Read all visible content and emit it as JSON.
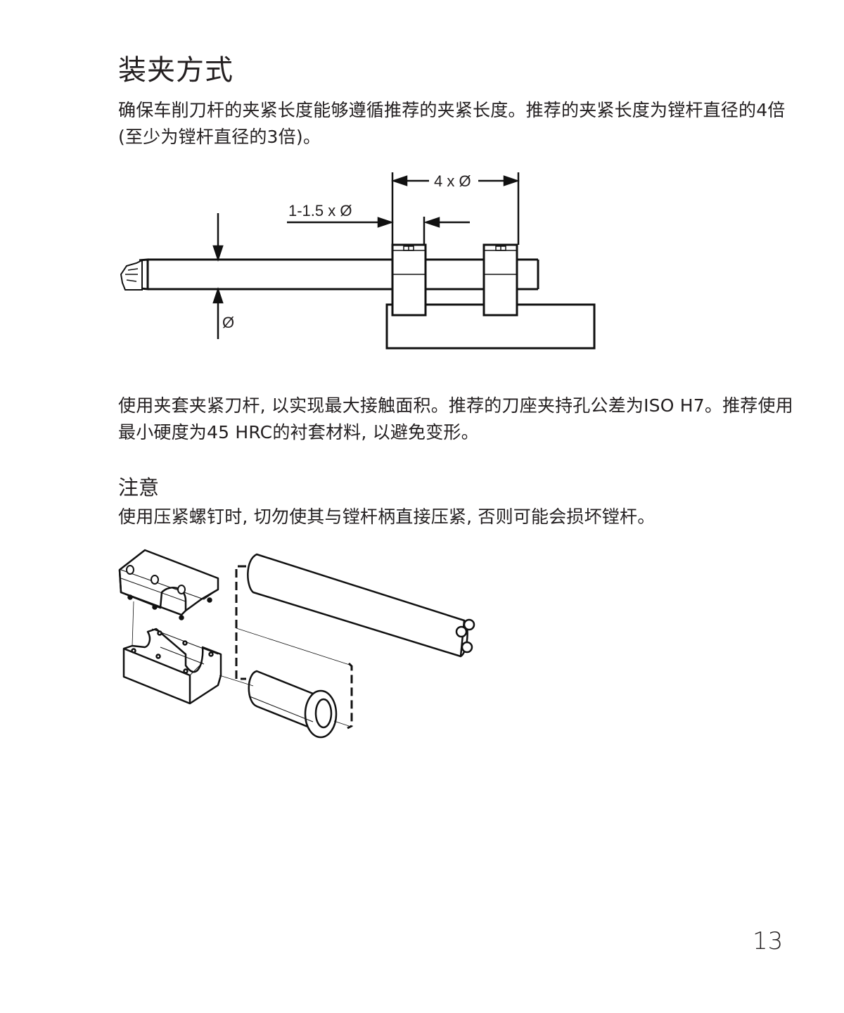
{
  "page": {
    "title": "装夹方式",
    "paragraph_1": "确保车削刀杆的夹紧长度能够遵循推荐的夹紧长度。推荐的夹紧长度为镗杆直径的4倍 (至少为镗杆直径的3倍)。",
    "paragraph_2": "使用夹套夹紧刀杆, 以实现最大接触面积。推荐的刀座夹持孔公差为ISO H7。推荐使用最小硬度为45 HRC的衬套材料, 以避免变形。",
    "note": {
      "heading": "注意",
      "text": "使用压紧螺钉时, 切勿使其与镗杆柄直接压紧, 否则可能会损坏镗杆。"
    },
    "page_number": "13"
  },
  "figure_1": {
    "description": "clamping-length-diagram",
    "labels": {
      "clamp_length": "4 x Ø",
      "overhang_offset": "1-1.5 x Ø",
      "diameter": "Ø"
    }
  },
  "figure_2": {
    "description": "exploded-view-split-sleeve-holder-bar-bushing"
  },
  "colors": {
    "text": "#231f20",
    "line": "#111111",
    "background": "#ffffff"
  }
}
